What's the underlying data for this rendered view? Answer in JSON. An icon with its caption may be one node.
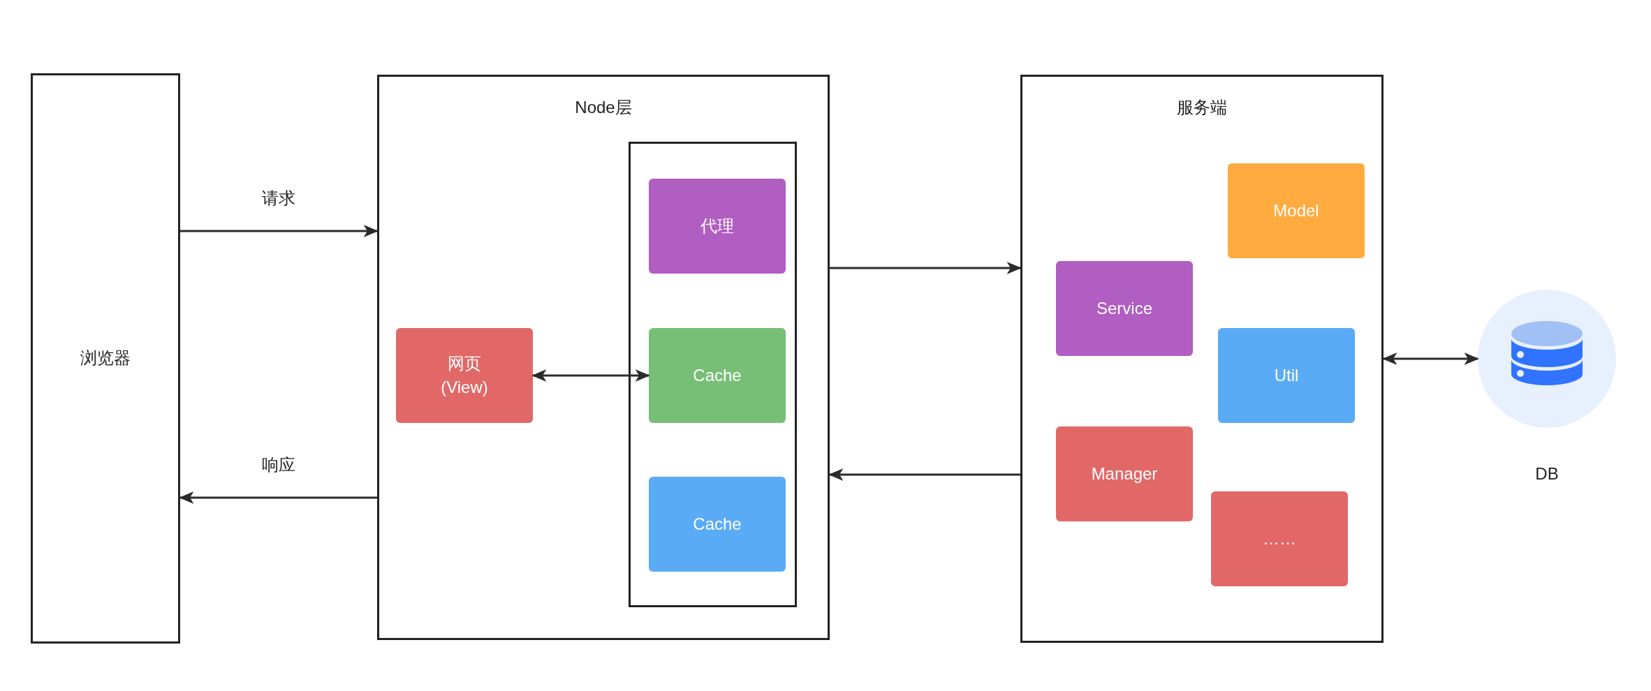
{
  "diagram": {
    "nodes": [
      {
        "text": [
          "浏览器"
        ]
      },
      {
        "text": [
          "Node层"
        ]
      },
      {
        "text": [],
        "shape": "box",
        "in": 1
      },
      {
        "text": [
          "网页 (View)"
        ],
        "in": 1
      },
      {
        "text": [
          "代理"
        ],
        "in": 2
      },
      {
        "text": [
          "Cache"
        ],
        "in": 2
      },
      {
        "text": [
          "Cache"
        ],
        "in": 2
      },
      {
        "text": [
          "服务端"
        ]
      },
      {
        "text": [
          "Model"
        ],
        "in": 7
      },
      {
        "text": [
          "Service"
        ],
        "in": 7
      },
      {
        "text": [
          "Util"
        ],
        "in": 7
      },
      {
        "text": [
          "Manager"
        ],
        "in": 7
      },
      {
        "text": [
          "……"
        ],
        "in": 7
      },
      {
        "text": [
          "DB"
        ]
      }
    ],
    "edges": [
      {
        "from": 0,
        "to": 1,
        "arrow": "to",
        "label": "请求"
      },
      {
        "from": 1,
        "to": 0,
        "arrow": "to",
        "label": "响应"
      },
      {
        "from": 3,
        "to": 5,
        "arrow": "both"
      },
      {
        "from": 1,
        "to": 7,
        "arrow": "to"
      },
      {
        "from": 7,
        "to": 1,
        "arrow": "to"
      },
      {
        "from": 7,
        "to": 13,
        "arrow": "both"
      }
    ]
  }
}
